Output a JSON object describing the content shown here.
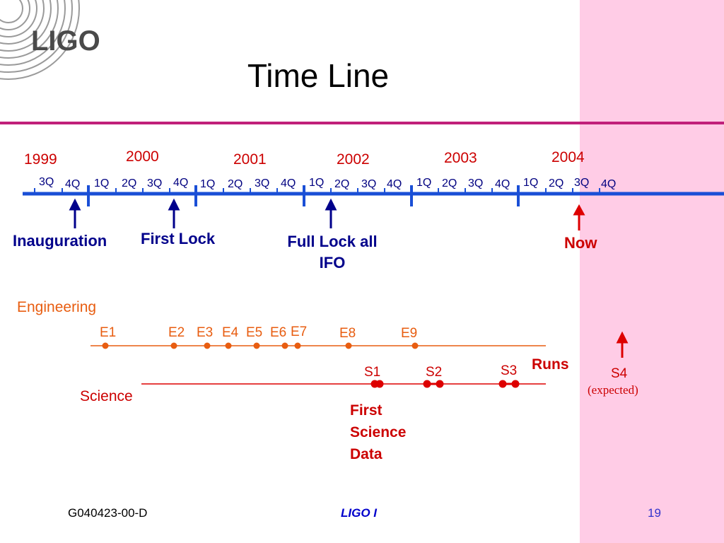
{
  "header": {
    "logo_text": "LIGO",
    "title": "Time Line"
  },
  "timeline": {
    "years": [
      "1999",
      "2000",
      "2001",
      "2002",
      "2003",
      "2004"
    ],
    "quarters": [
      "3Q",
      "4Q",
      "1Q",
      "2Q",
      "3Q",
      "4Q",
      "1Q",
      "2Q",
      "3Q",
      "4Q",
      "1Q",
      "2Q",
      "3Q",
      "4Q",
      "1Q",
      "2Q",
      "3Q",
      "4Q",
      "1Q",
      "2Q",
      "3Q",
      "4Q"
    ],
    "events": {
      "inauguration": "Inauguration",
      "first_lock": "First Lock",
      "full_lock_line1": "Full Lock all",
      "full_lock_line2": "IFO",
      "now": "Now"
    }
  },
  "runs": {
    "engineering_label": "Engineering",
    "science_label": "Science",
    "engineering_runs": [
      "E1",
      "E2",
      "E3",
      "E4",
      "E5",
      "E6",
      "E7",
      "E8",
      "E9"
    ],
    "science_runs": [
      "S1",
      "S2",
      "S3"
    ],
    "runs_label": "Runs",
    "s4_label": "S4",
    "s4_note": "(expected)",
    "first_science_line1": "First",
    "first_science_line2": "Science",
    "first_science_line3": "Data"
  },
  "footer": {
    "doc_id": "G040423-00-D",
    "center": "LIGO I",
    "page": "19"
  },
  "colors": {
    "pink_band": "#ffcce6",
    "rule": "#c0207a",
    "timeline_blue": "#1a4fd6",
    "year_red": "#cc0000",
    "engineering_orange": "#e85d10",
    "science_red": "#dd0000"
  }
}
